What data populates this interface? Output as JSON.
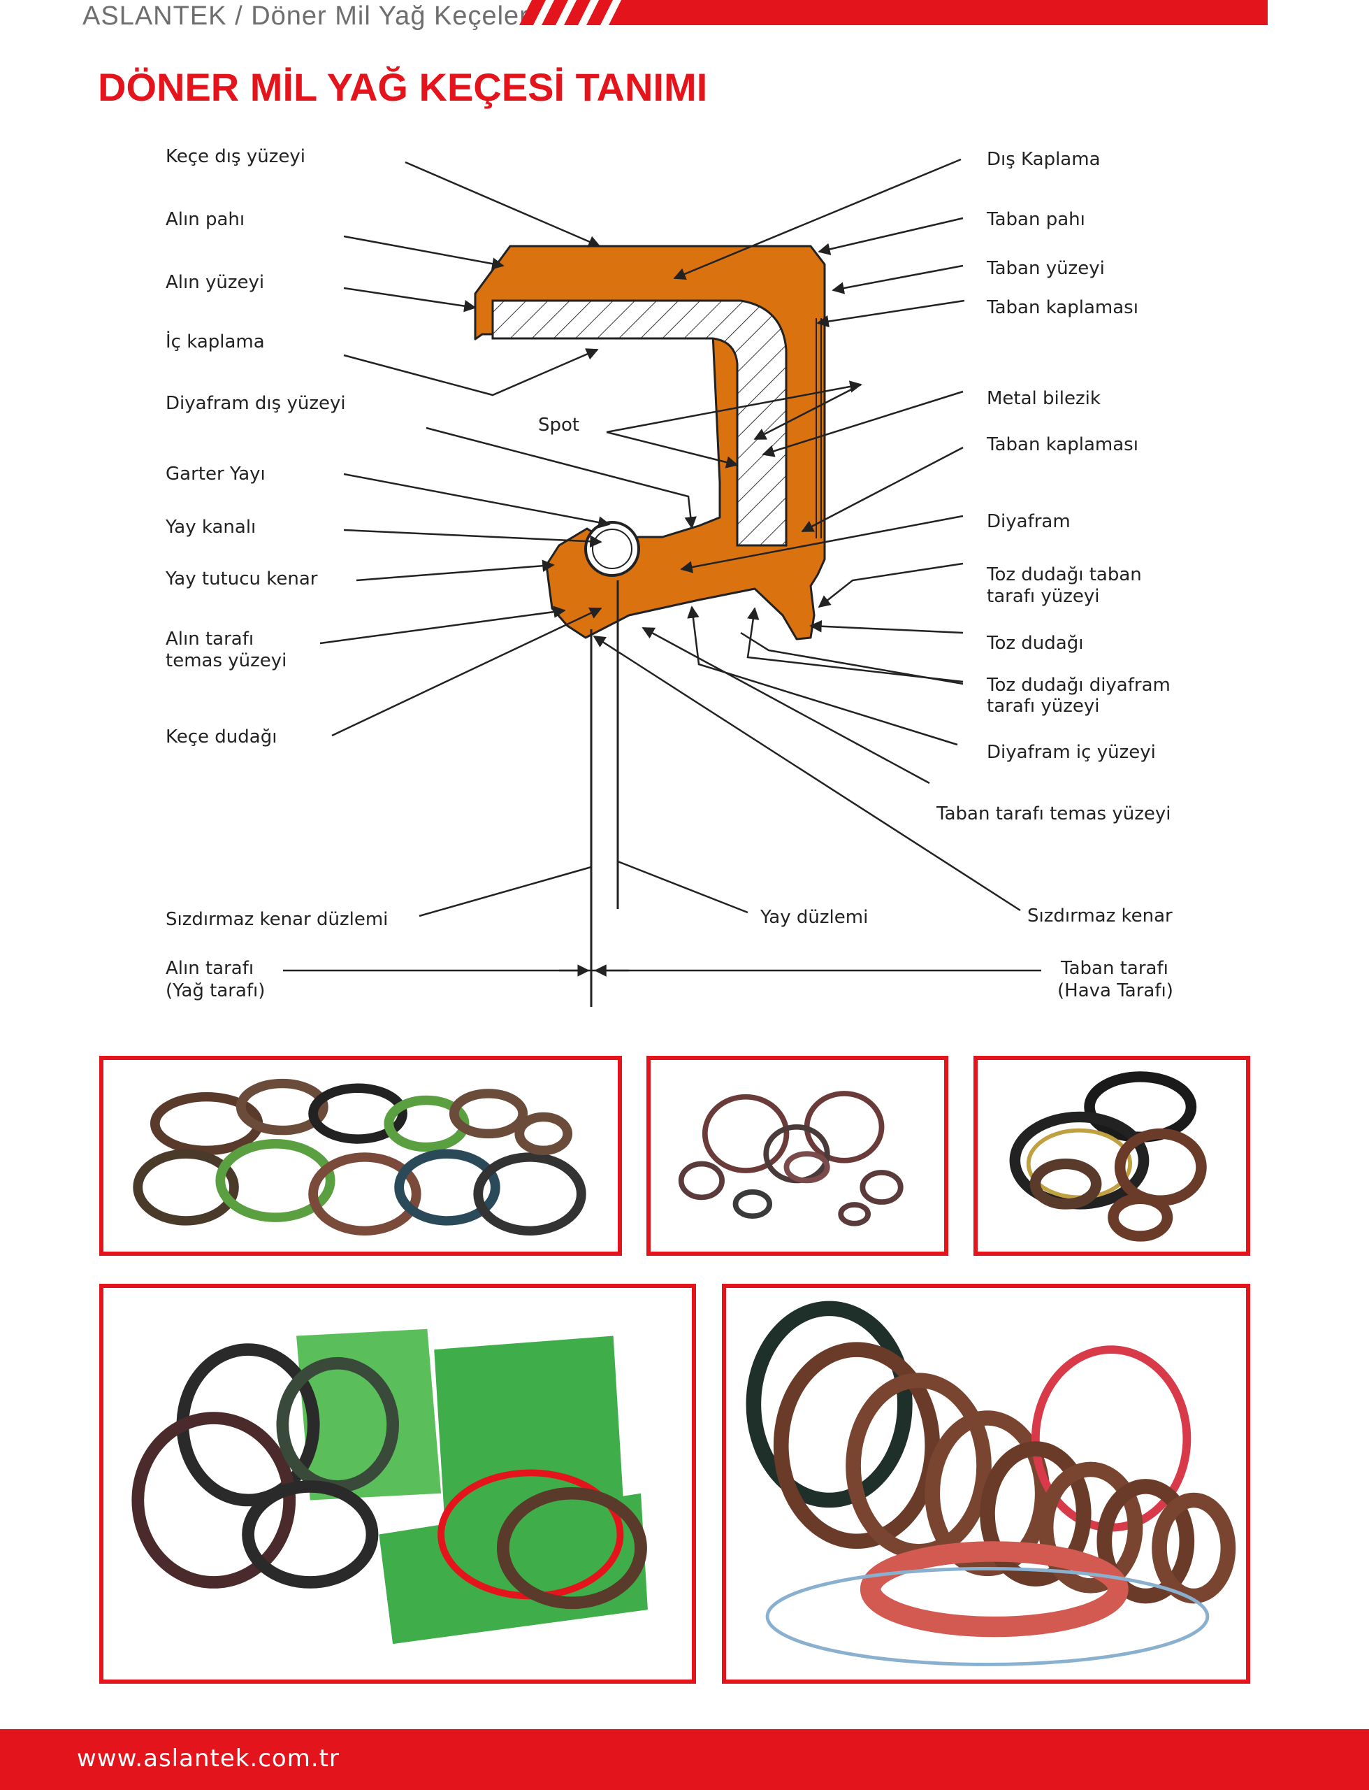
{
  "header": {
    "breadcrumb": "ASLANTEK / Döner Mil Yağ Keçeleri",
    "accent": "#e3141b"
  },
  "title": "DÖNER MİL YAĞ KEÇESİ TANIMI",
  "diagram": {
    "labels_left": {
      "l1": "Keçe dış yüzeyi",
      "l2": "Alın pahı",
      "l3": "Alın yüzeyi",
      "l4": "İç kaplama",
      "l5": "Diyafram dış yüzeyi",
      "l6": "Garter Yayı",
      "l7": "Yay kanalı",
      "l8": "Yay tutucu kenar",
      "l9a": "Alın tarafı",
      "l9b": "temas yüzeyi",
      "l10": "Keçe dudağı",
      "l11": "Sızdırmaz kenar düzlemi",
      "l12a": "Alın tarafı",
      "l12b": "(Yağ tarafı)"
    },
    "labels_right": {
      "r1": "Dış Kaplama",
      "r2": "Taban pahı",
      "r3": "Taban yüzeyi",
      "r4": "Taban kaplaması",
      "r5": "Metal bilezik",
      "r6": "Taban kaplaması",
      "r7": "Diyafram",
      "r8a": "Toz dudağı taban",
      "r8b": "tarafı yüzeyi",
      "r9": "Toz dudağı",
      "r10a": "Toz dudağı diyafram",
      "r10b": "tarafı yüzeyi",
      "r11": "Diyafram iç yüzeyi",
      "r12": "Taban tarafı temas yüzeyi",
      "r13": "Sızdırmaz kenar",
      "r14a": "Taban tarafı",
      "r14b": "(Hava Tarafı)"
    },
    "center": {
      "spot": "Spot",
      "spring_plane": "Yay düzlemi"
    },
    "colors": {
      "rubber": "#d9720f",
      "metal_hatch": "#ffffff",
      "line": "#222222"
    }
  },
  "gallery": {
    "items": [
      {
        "name": "photo-1"
      },
      {
        "name": "photo-2"
      },
      {
        "name": "photo-3"
      },
      {
        "name": "photo-4"
      },
      {
        "name": "photo-5"
      }
    ],
    "frame_color": "#e3141b"
  },
  "footer": {
    "url": "www.aslantek.com.tr"
  }
}
